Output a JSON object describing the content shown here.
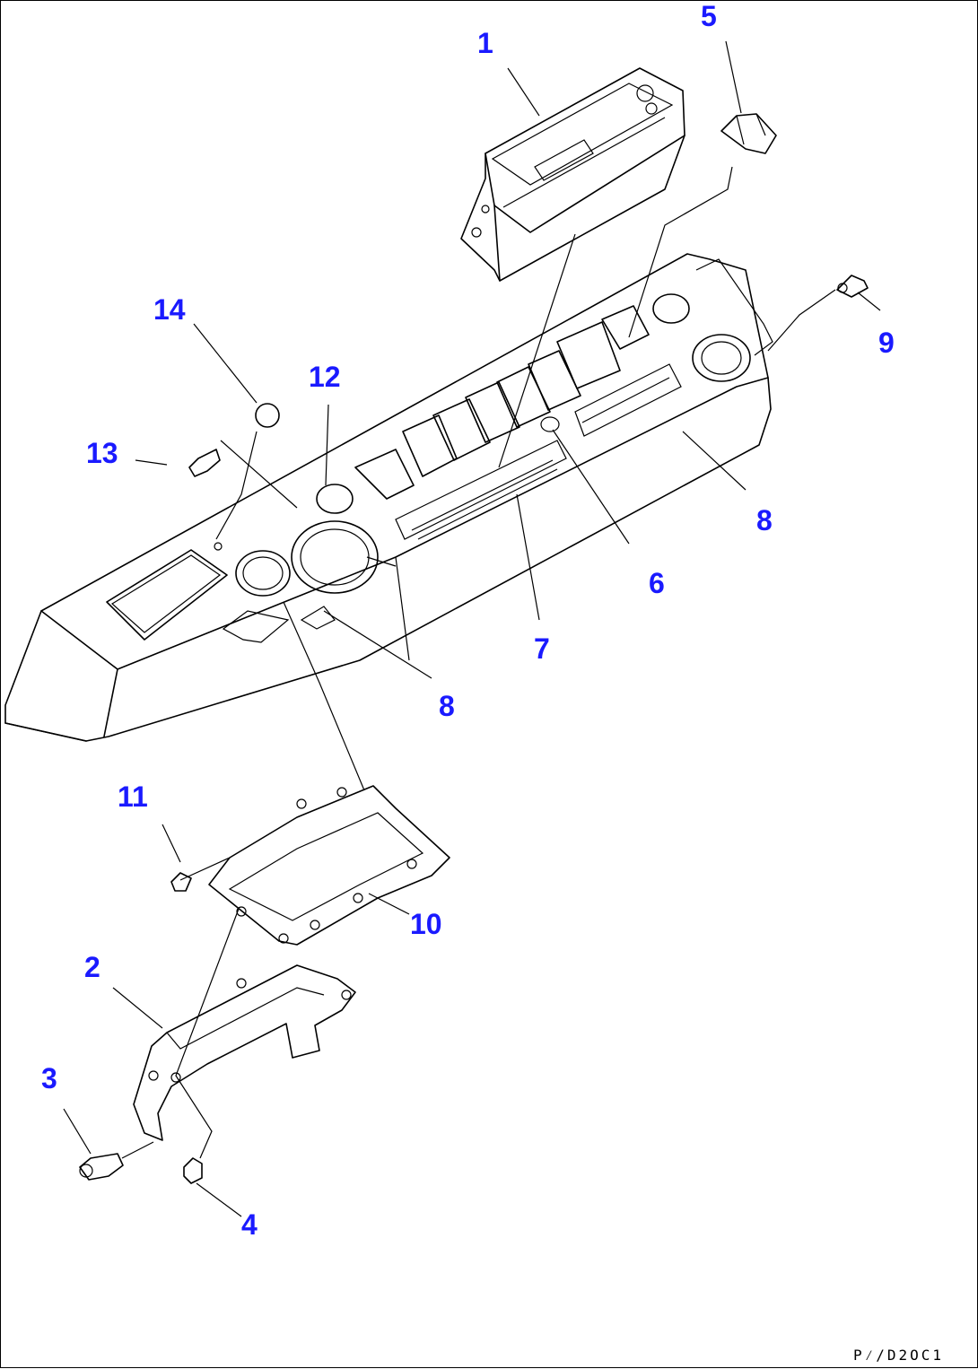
{
  "diagram": {
    "accent_color": "#1a1aff",
    "drawing_code": "P⁄/D2OC1",
    "callouts": [
      {
        "id": "c1",
        "label": "1"
      },
      {
        "id": "c5",
        "label": "5"
      },
      {
        "id": "c9",
        "label": "9"
      },
      {
        "id": "c14",
        "label": "14"
      },
      {
        "id": "c12",
        "label": "12"
      },
      {
        "id": "c13",
        "label": "13"
      },
      {
        "id": "c8a",
        "label": "8"
      },
      {
        "id": "c6",
        "label": "6"
      },
      {
        "id": "c7",
        "label": "7"
      },
      {
        "id": "c8b",
        "label": "8"
      },
      {
        "id": "c11",
        "label": "11"
      },
      {
        "id": "c10",
        "label": "10"
      },
      {
        "id": "c2",
        "label": "2"
      },
      {
        "id": "c3",
        "label": "3"
      },
      {
        "id": "c4",
        "label": "4"
      }
    ]
  }
}
